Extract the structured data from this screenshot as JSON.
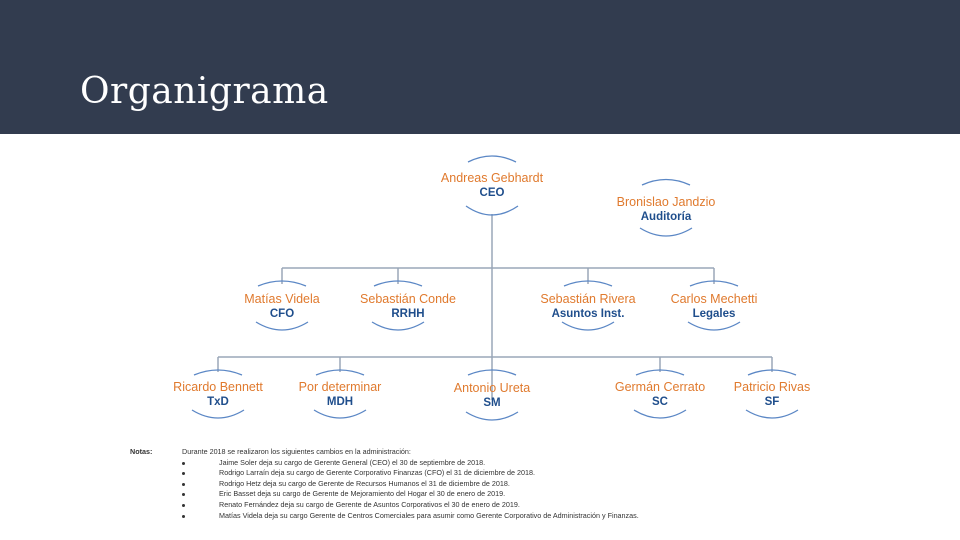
{
  "slide": {
    "title": "Organigrama"
  },
  "org": {
    "ceo": {
      "name": "Andreas Gebhardt",
      "role": "CEO"
    },
    "audit": {
      "name": "Bronislao Jandzio",
      "role": "Auditoría"
    },
    "level2": [
      {
        "name": "Matías Videla",
        "role": "CFO"
      },
      {
        "name": "Sebastián Conde",
        "role": "RRHH"
      },
      {
        "name": "Sebastián Rivera",
        "role": "Asuntos Inst."
      },
      {
        "name": "Carlos Mechetti",
        "role": "Legales"
      }
    ],
    "level3": [
      {
        "name": "Ricardo Bennett",
        "role": "TxD"
      },
      {
        "name": "Por determinar",
        "role": "MDH"
      },
      {
        "name": "Antonio Ureta",
        "role": "SM"
      },
      {
        "name": "Germán Cerrato",
        "role": "SC"
      },
      {
        "name": "Patricio Rivas",
        "role": "SF"
      }
    ]
  },
  "notes": {
    "label": "Notas:",
    "intro": "Durante 2018 se realizaron los siguientes cambios en la administración:",
    "items": [
      "Jaime Soler deja su cargo de Gerente General (CEO) el 30 de septiembre de 2018.",
      "Rodrigo Larraín deja su cargo de Gerente Corporativo Finanzas (CFO) el 31 de diciembre de 2018.",
      "Rodrigo Hetz deja su cargo de Gerente de Recursos Humanos el 31 de diciembre de 2018.",
      "Eric Basset deja su cargo de Gerente de Mejoramiento del Hogar el 30 de enero de 2019.",
      "Renato Fernández deja su cargo de Gerente de Asuntos Corporativos el 30 de enero de 2019.",
      "Matías Videla deja su cargo Gerente de Centros Comerciales para asumir como Gerente Corporativo de Administración y Finanzas."
    ]
  },
  "colors": {
    "header_bg": "#323c4f",
    "name": "#e07a2e",
    "role": "#1f4e8c",
    "connector": "#9aa7b8",
    "arc": "#5b87c5"
  }
}
